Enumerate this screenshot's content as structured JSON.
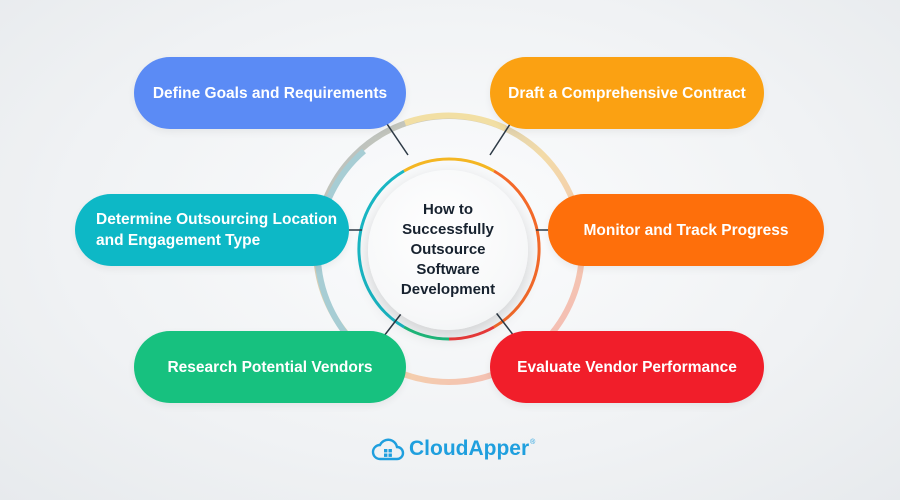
{
  "diagram": {
    "center_title": "How to\nSuccessfully\nOutsource\nSoftware\nDevelopment",
    "steps": [
      {
        "label": "Define Goals and Requirements",
        "color": "#5b8bf5"
      },
      {
        "label": "Determine Outsourcing Location and Engagement Type",
        "color": "#0db8c6"
      },
      {
        "label": "Research Potential Vendors",
        "color": "#17c17f"
      },
      {
        "label": "Draft a Comprehensive Contract",
        "color": "#fba112"
      },
      {
        "label": "Monitor and Track Progress",
        "color": "#fe6f0b"
      },
      {
        "label": "Evaluate Vendor Performance",
        "color": "#f11e2a"
      }
    ]
  },
  "brand": {
    "name": "CloudApper",
    "trademark": "®",
    "color": "#1f9fde",
    "icon": "cloud-icon"
  }
}
